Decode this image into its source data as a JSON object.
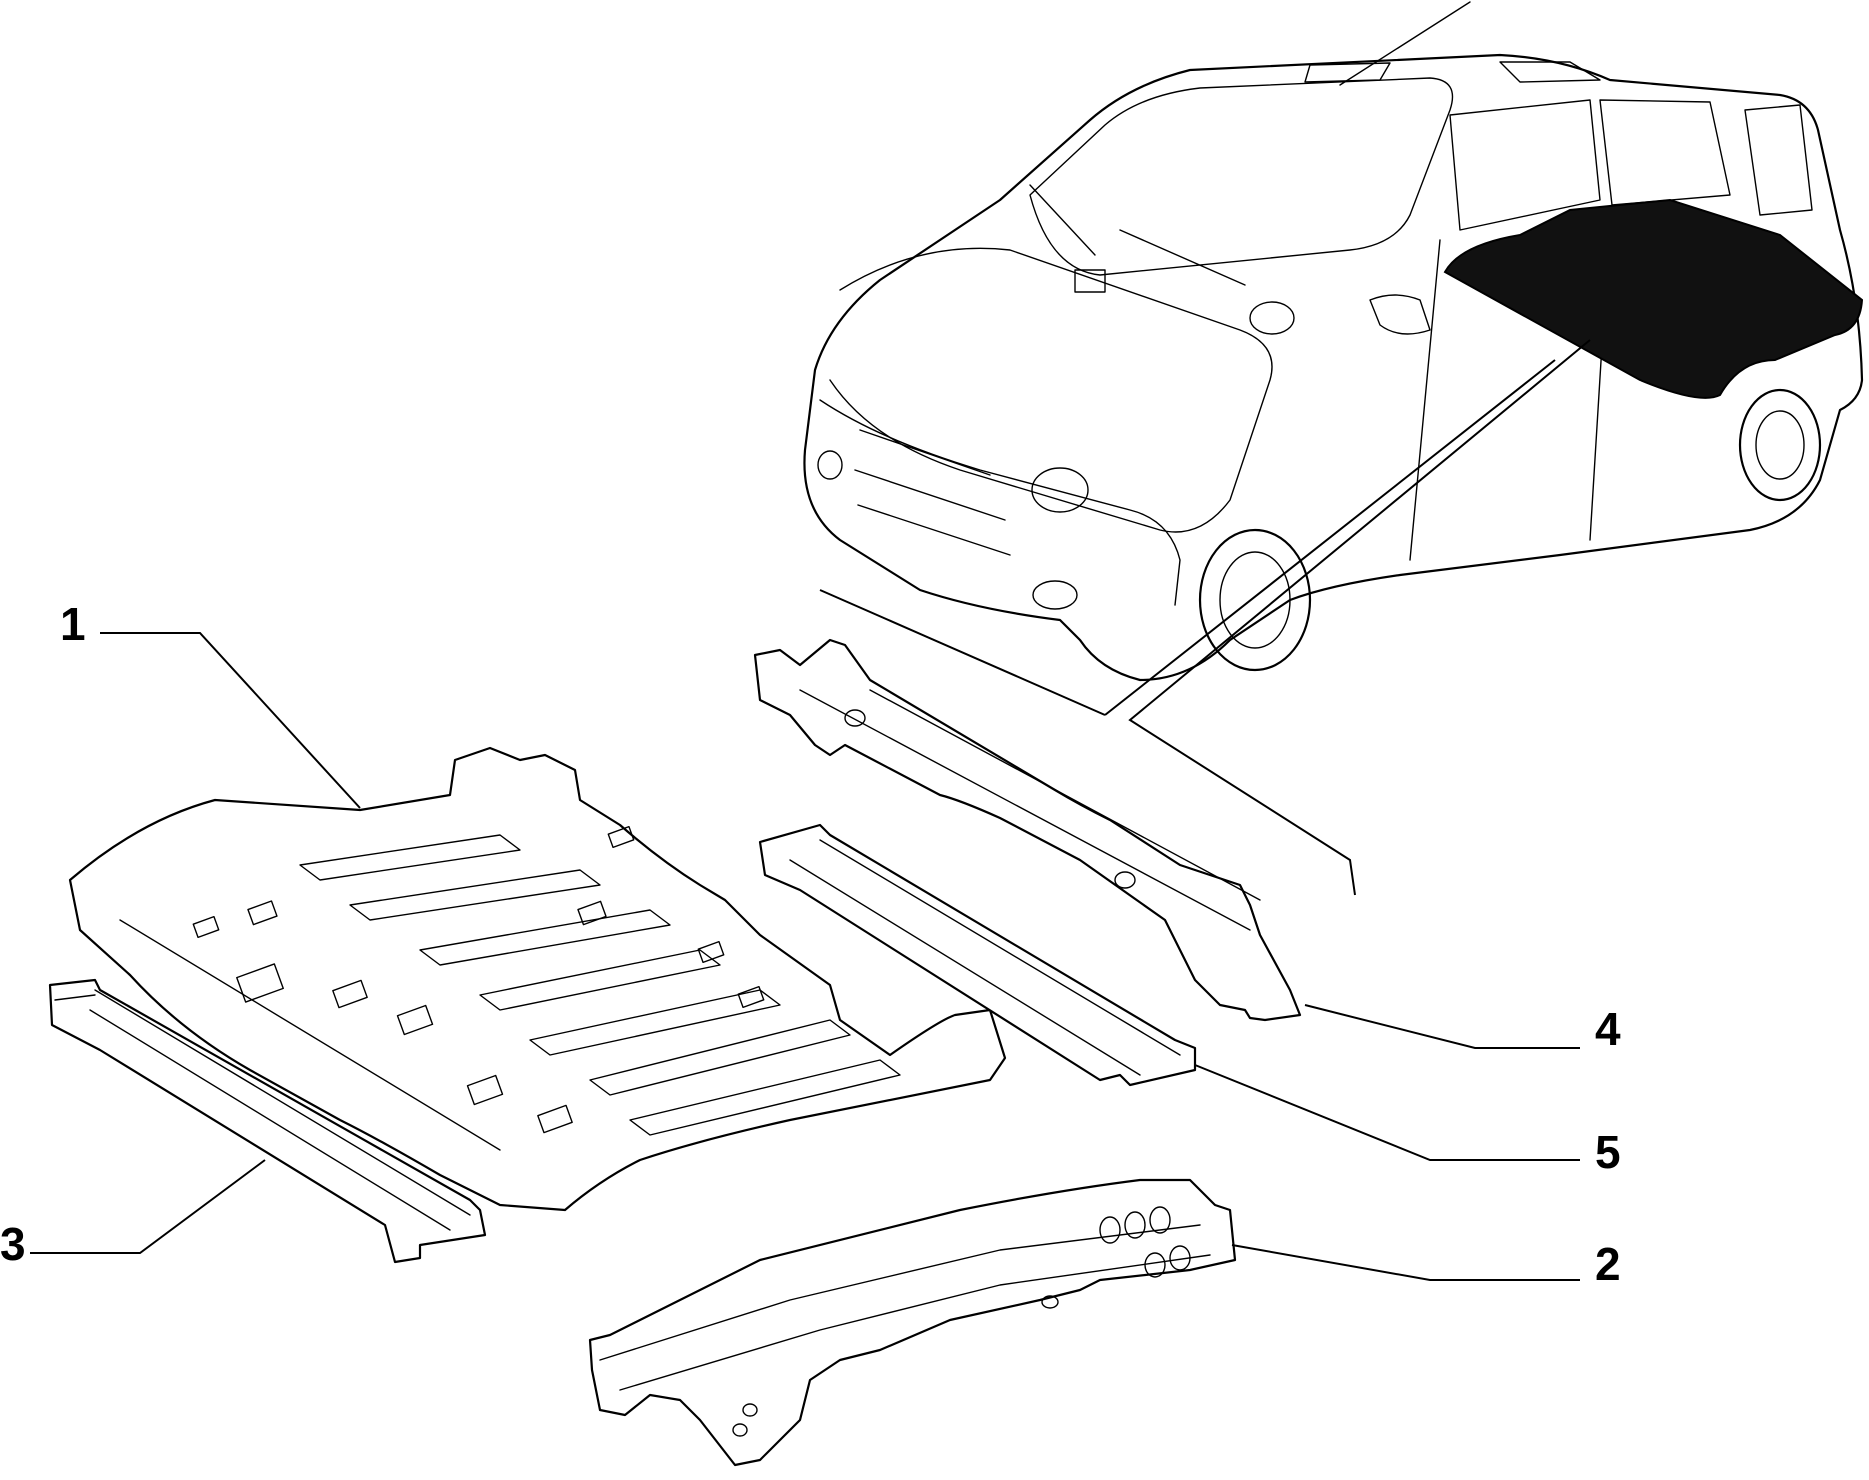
{
  "callouts": [
    {
      "id": "1",
      "label": "1"
    },
    {
      "id": "2",
      "label": "2"
    },
    {
      "id": "3",
      "label": "3"
    },
    {
      "id": "4",
      "label": "4"
    },
    {
      "id": "5",
      "label": "5"
    }
  ],
  "colors": {
    "line": "#000000",
    "background": "#ffffff",
    "highlight_fill": "#111111"
  }
}
